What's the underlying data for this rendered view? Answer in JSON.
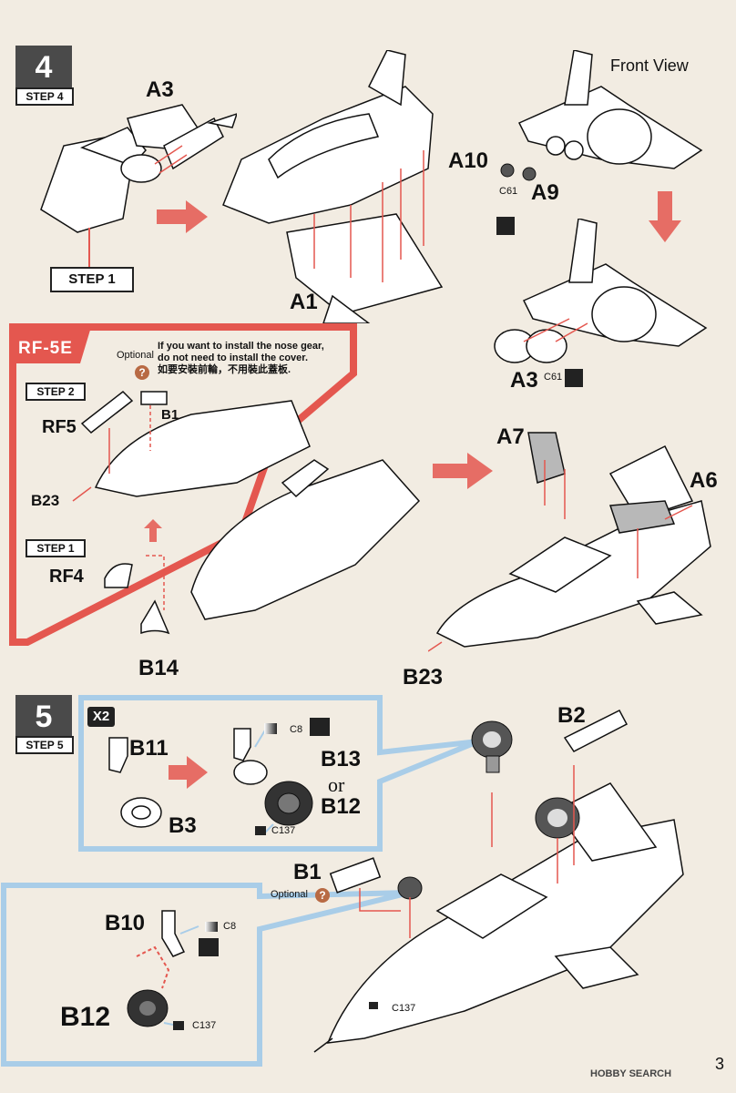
{
  "step4": {
    "number": "4",
    "tag": "STEP 4",
    "step1_box": "STEP 1",
    "front_view": "Front View",
    "parts": {
      "a3_top": "A3",
      "a1": "A1",
      "a10": "A10",
      "a9": "A9",
      "c61_top": "C61",
      "a3_bottom": "A3",
      "c61_bottom": "C61",
      "a7": "A7",
      "a6": "A6",
      "b23_right": "B23"
    },
    "rf5e": {
      "title": "RF-5E",
      "optional": "Optional",
      "note_en_line1": "If you want to install the nose gear,",
      "note_en_line2": "do not need to install the cover.",
      "note_zh": "如要安裝前輪，不用裝此蓋板.",
      "step2": "STEP 2",
      "step1": "STEP 1",
      "parts": {
        "b1": "B1",
        "rf5": "RF5",
        "b23": "B23",
        "rf4": "RF4",
        "b14": "B14"
      }
    }
  },
  "step5": {
    "number": "5",
    "tag": "STEP 5",
    "x2": "X2",
    "parts": {
      "b11": "B11",
      "b3": "B3",
      "c8_top": "C8",
      "b13": "B13",
      "or": "or",
      "b12_top": "B12",
      "c137_top": "C137",
      "b2": "B2",
      "b1": "B1",
      "optional": "Optional",
      "b10": "B10",
      "c8_bottom": "C8",
      "b12_bottom": "B12",
      "c137_bottom": "C137",
      "c137_body": "C137"
    }
  },
  "page_number": "3",
  "watermark": "HOBBY SEARCH",
  "colors": {
    "red": "#e4574f",
    "blue": "#a9cde8",
    "dark": "#4a4a4a",
    "bg": "#f2ece2"
  }
}
